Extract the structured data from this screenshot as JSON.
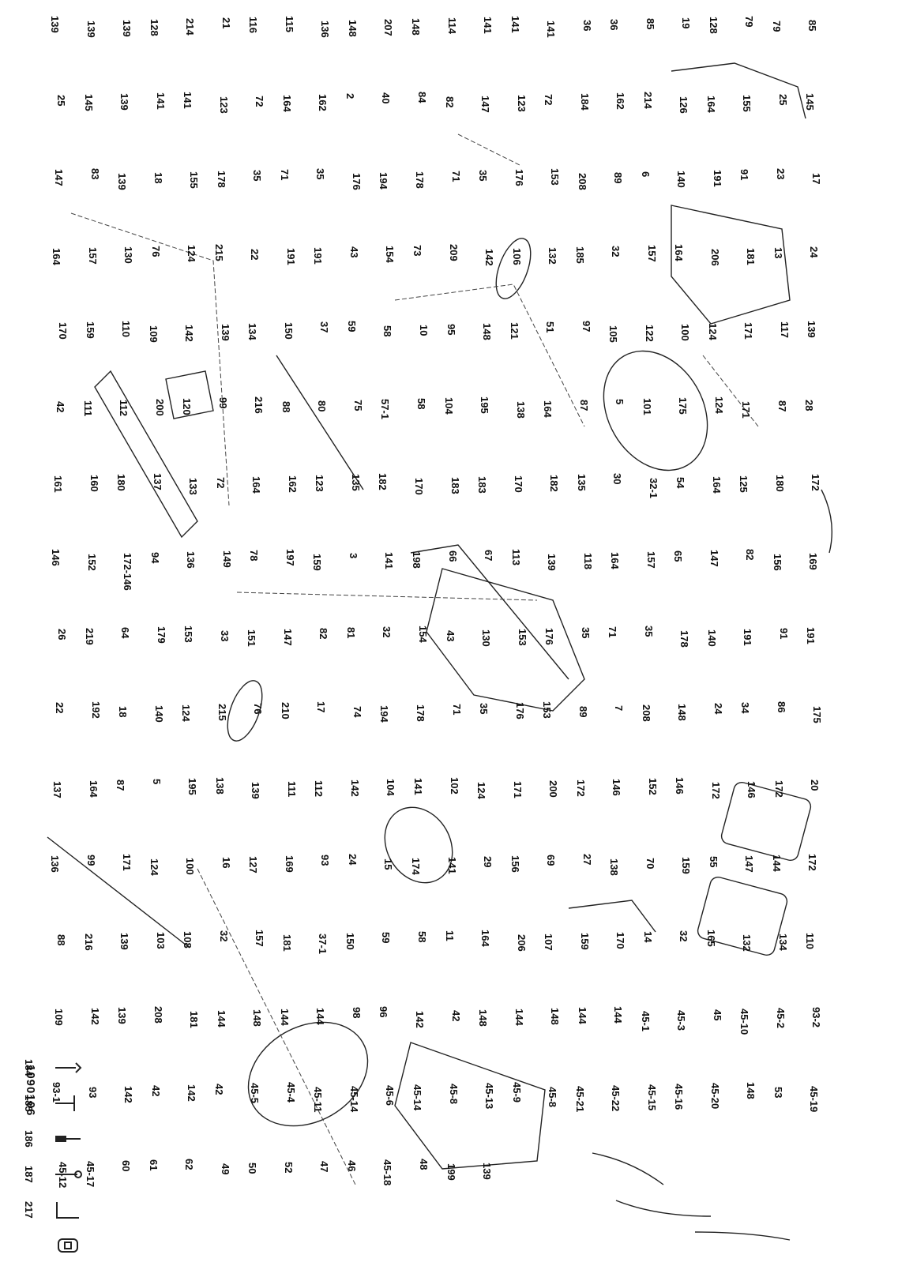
{
  "document": {
    "code": "1090106",
    "type": "exploded-parts-diagram"
  },
  "part_labels": [
    "139",
    "139",
    "139",
    "128",
    "214",
    "21",
    "116",
    "115",
    "136",
    "148",
    "207",
    "148",
    "114",
    "141",
    "141",
    "141",
    "36",
    "36",
    "85",
    "19",
    "128",
    "79",
    "79",
    "85",
    "25",
    "145",
    "139",
    "141",
    "141",
    "123",
    "72",
    "164",
    "162",
    "2",
    "40",
    "84",
    "82",
    "147",
    "123",
    "72",
    "184",
    "162",
    "214",
    "126",
    "164",
    "155",
    "25",
    "145",
    "147",
    "83",
    "139",
    "18",
    "155",
    "178",
    "35",
    "71",
    "35",
    "176",
    "194",
    "178",
    "71",
    "35",
    "176",
    "153",
    "208",
    "89",
    "6",
    "140",
    "191",
    "91",
    "23",
    "17",
    "164",
    "157",
    "130",
    "76",
    "124",
    "215",
    "22",
    "191",
    "191",
    "43",
    "154",
    "73",
    "209",
    "142",
    "106",
    "132",
    "185",
    "32",
    "157",
    "164",
    "206",
    "181",
    "13",
    "24",
    "170",
    "159",
    "110",
    "109",
    "142",
    "139",
    "134",
    "150",
    "37",
    "59",
    "58",
    "10",
    "95",
    "148",
    "121",
    "51",
    "97",
    "105",
    "122",
    "100",
    "124",
    "171",
    "117",
    "139",
    "42",
    "111",
    "112",
    "200",
    "120",
    "99",
    "216",
    "88",
    "80",
    "75",
    "57-1",
    "58",
    "104",
    "195",
    "138",
    "164",
    "87",
    "5",
    "101",
    "175",
    "124",
    "171",
    "87",
    "28",
    "161",
    "160",
    "180",
    "137",
    "133",
    "72",
    "164",
    "162",
    "123",
    "135",
    "182",
    "170",
    "183",
    "183",
    "170",
    "182",
    "135",
    "30",
    "32-1",
    "54",
    "164",
    "125",
    "180",
    "172",
    "146",
    "152",
    "172-146",
    "94",
    "136",
    "149",
    "78",
    "197",
    "159",
    "3",
    "141",
    "198",
    "66",
    "67",
    "113",
    "139",
    "118",
    "164",
    "157",
    "65",
    "147",
    "82",
    "156",
    "169",
    "26",
    "219",
    "64",
    "179",
    "153",
    "33",
    "151",
    "147",
    "82",
    "81",
    "32",
    "154",
    "43",
    "130",
    "153",
    "176",
    "35",
    "71",
    "35",
    "178",
    "140",
    "191",
    "91",
    "191",
    "22",
    "192",
    "18",
    "140",
    "124",
    "215",
    "76",
    "210",
    "17",
    "74",
    "194",
    "178",
    "71",
    "35",
    "176",
    "153",
    "89",
    "7",
    "208",
    "148",
    "24",
    "34",
    "86",
    "175",
    "137",
    "164",
    "87",
    "5",
    "195",
    "138",
    "139",
    "111",
    "112",
    "142",
    "104",
    "141",
    "102",
    "124",
    "171",
    "200",
    "172",
    "146",
    "152",
    "146",
    "172",
    "146",
    "172",
    "20",
    "136",
    "99",
    "171",
    "124",
    "100",
    "16",
    "127",
    "169",
    "93",
    "24",
    "15",
    "174",
    "141",
    "29",
    "156",
    "69",
    "27",
    "138",
    "70",
    "159",
    "55",
    "147",
    "144",
    "172",
    "88",
    "216",
    "139",
    "103",
    "108",
    "32",
    "157",
    "181",
    "37-1",
    "150",
    "59",
    "58",
    "11",
    "164",
    "206",
    "107",
    "159",
    "170",
    "14",
    "32",
    "165",
    "132",
    "134",
    "110",
    "109",
    "142",
    "139",
    "208",
    "181",
    "144",
    "148",
    "144",
    "144",
    "98",
    "96",
    "142",
    "42",
    "148",
    "144",
    "148",
    "144",
    "144",
    "45-1",
    "45-3",
    "45",
    "45-10",
    "45-2",
    "93-2",
    "93-1",
    "93",
    "142",
    "42",
    "142",
    "42",
    "45-5",
    "45-4",
    "45-11",
    "45-14",
    "45-6",
    "45-14",
    "45-8",
    "45-13",
    "45-9",
    "45-8",
    "45-21",
    "45-22",
    "45-15",
    "45-16",
    "45-20",
    "148",
    "53",
    "45-19",
    "45-12",
    "45-17",
    "60",
    "61",
    "62",
    "49",
    "50",
    "52",
    "47",
    "46",
    "45-18",
    "48",
    "199",
    "139"
  ],
  "tools": [
    {
      "number": "184",
      "icon": "hex-key-icon"
    },
    {
      "number": "185",
      "icon": "t-wrench-icon"
    },
    {
      "number": "186",
      "icon": "screwdriver-icon"
    },
    {
      "number": "187",
      "icon": "spanner-icon"
    },
    {
      "number": "217",
      "icon": "allen-key-icon"
    },
    {
      "number": "",
      "icon": "socket-icon"
    }
  ]
}
